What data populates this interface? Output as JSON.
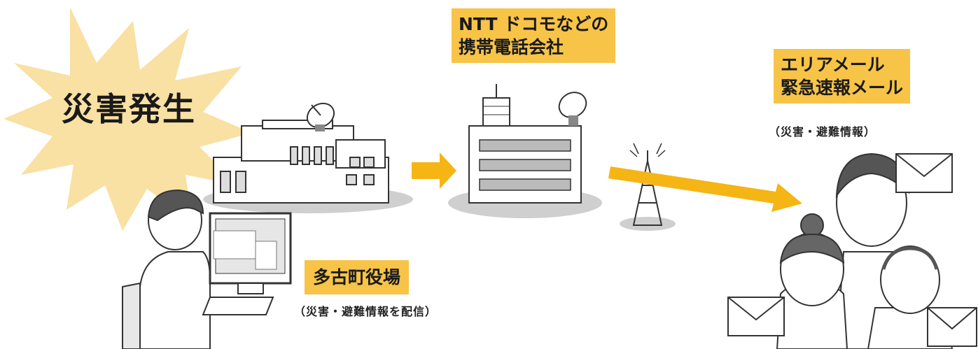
{
  "disaster": {
    "label": "災害発生"
  },
  "town_hall": {
    "label": "多古町役場",
    "note": "（災害・避難情報を配信）"
  },
  "carrier": {
    "label_line1": "NTT ドコモなどの",
    "label_line2": "携帯電話会社"
  },
  "area_mail": {
    "label_line1": "エリアメール",
    "label_line2": "緊急速報メール",
    "note": "（災害・避難情報）"
  },
  "colors": {
    "accent": "#f7c448",
    "arrow": "#f4b515",
    "burst": "#f9e0a3",
    "gray": "#9a9a9a"
  }
}
